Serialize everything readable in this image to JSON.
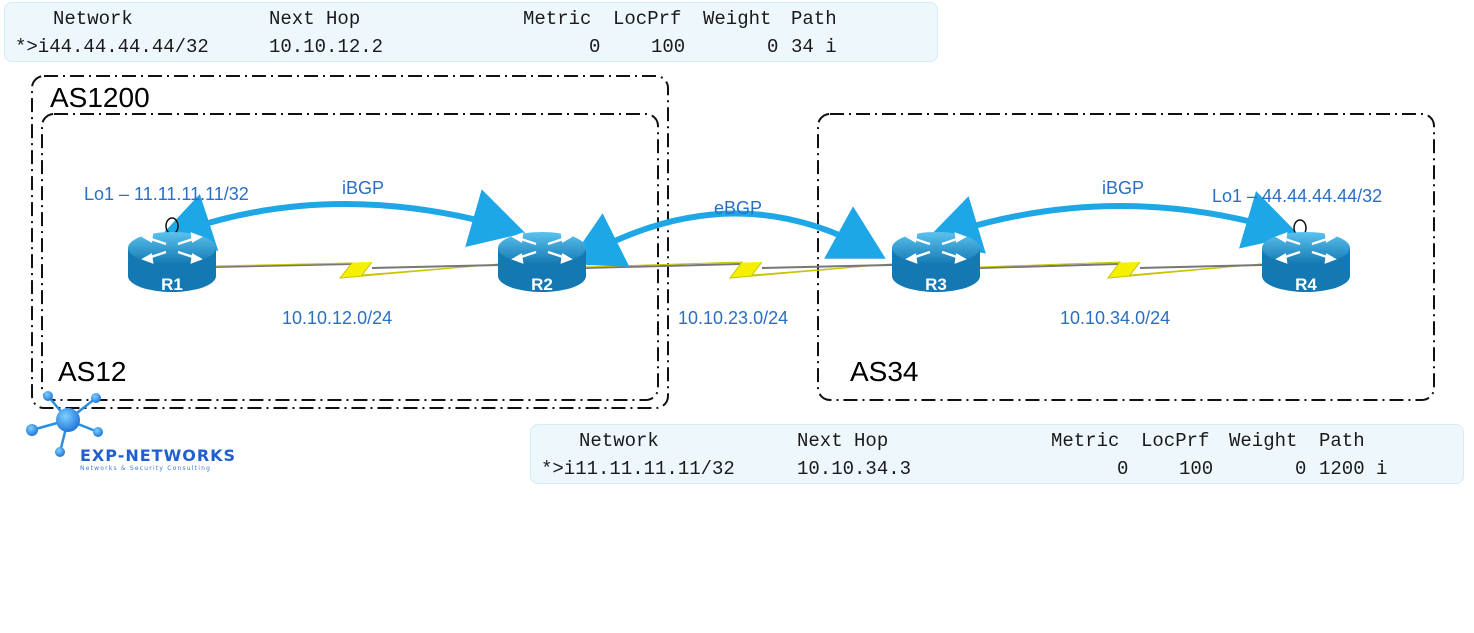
{
  "table_top": {
    "headers": [
      "Network",
      "Next Hop",
      "Metric",
      "LocPrf",
      "Weight",
      "Path"
    ],
    "row": [
      "*>i44.44.44.44/32",
      "10.10.12.2",
      "0",
      "100",
      "0",
      "34 i"
    ]
  },
  "table_bottom": {
    "headers": [
      "Network",
      "Next Hop",
      "Metric",
      "LocPrf",
      "Weight",
      "Path"
    ],
    "row": [
      "*>i11.11.11.11/32",
      "10.10.34.3",
      "0",
      "100",
      "0",
      "1200 i"
    ]
  },
  "as_labels": {
    "as1200": "AS1200",
    "as12": "AS12",
    "as34": "AS34"
  },
  "routers": {
    "r1": "R1",
    "r2": "R2",
    "r3": "R3",
    "r4": "R4"
  },
  "loopbacks": {
    "r1": "Lo1 – 11.11.11.11/32",
    "r4": "Lo1 – 44.44.44.44/32"
  },
  "sessions": {
    "r1_r2": "iBGP",
    "r2_r3": "eBGP",
    "r3_r4": "iBGP"
  },
  "subnets": {
    "r1_r2": "10.10.12.0/24",
    "r2_r3": "10.10.23.0/24",
    "r3_r4": "10.10.34.0/24"
  },
  "logo": {
    "name": "EXP-NETWORKS",
    "tagline": "Networks & Security Consulting"
  },
  "colors": {
    "session": "#1ea7e6",
    "label": "#2a6fc4",
    "router": "#1c8fc9",
    "link": "#f4f000"
  }
}
